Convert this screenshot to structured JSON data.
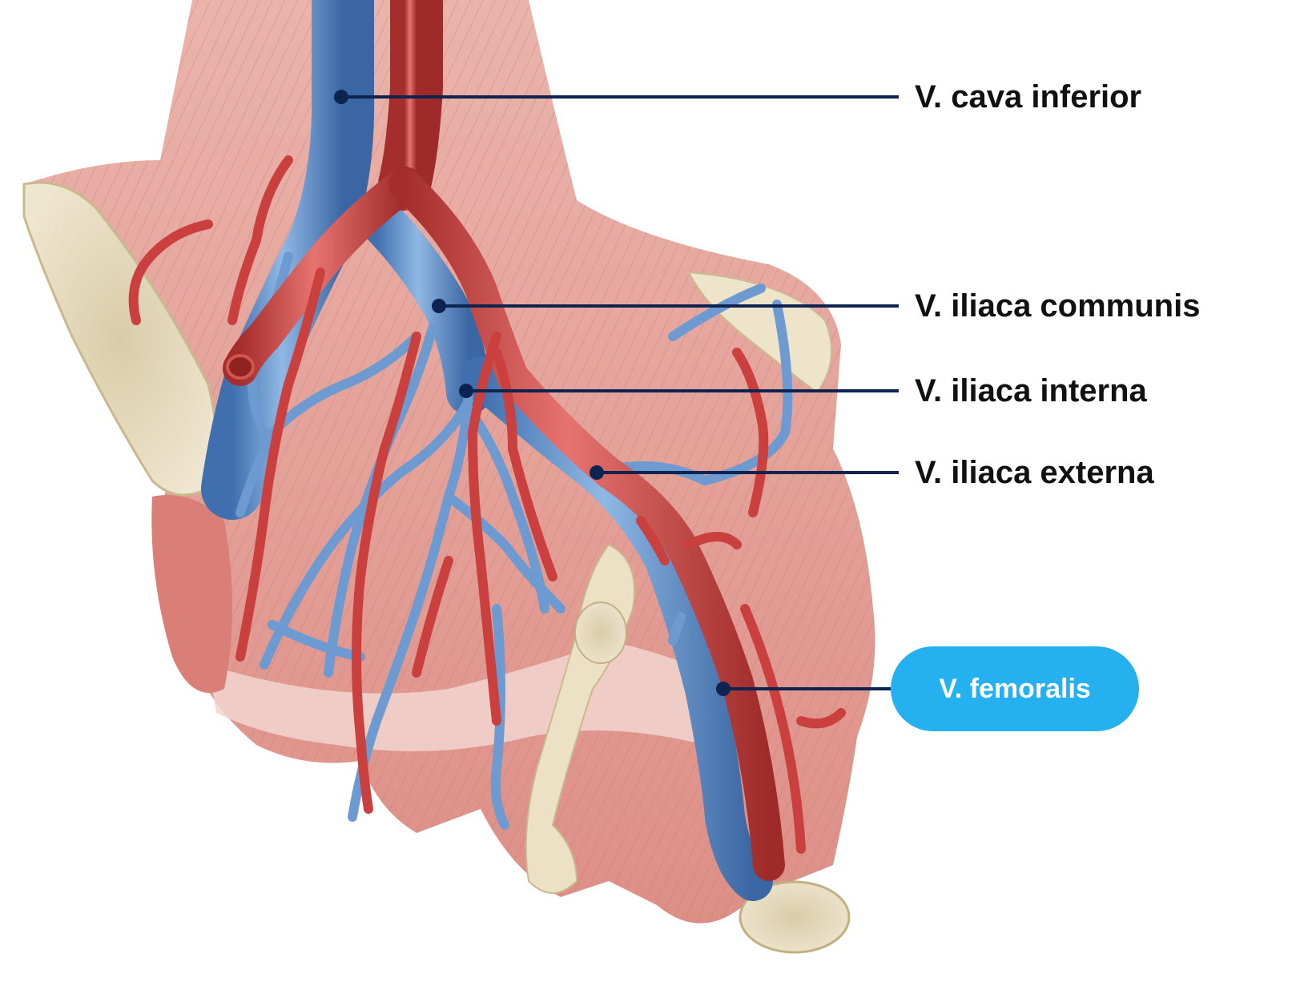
{
  "diagram": {
    "labels": [
      {
        "id": "cava",
        "text": "V. cava inferior"
      },
      {
        "id": "communis",
        "text": "V. iliaca communis"
      },
      {
        "id": "interna",
        "text": "V. iliaca interna"
      },
      {
        "id": "externa",
        "text": "V. iliaca externa"
      },
      {
        "id": "femoralis",
        "text": "V. femoralis",
        "highlighted": true
      }
    ]
  },
  "colors": {
    "leader_line": "#0d2350",
    "highlight_pill": "#25b0ef",
    "vein": "#5d8fc9",
    "artery": "#c9403e",
    "muscle": "#e4a29a",
    "bone": "#e6dcc2"
  }
}
